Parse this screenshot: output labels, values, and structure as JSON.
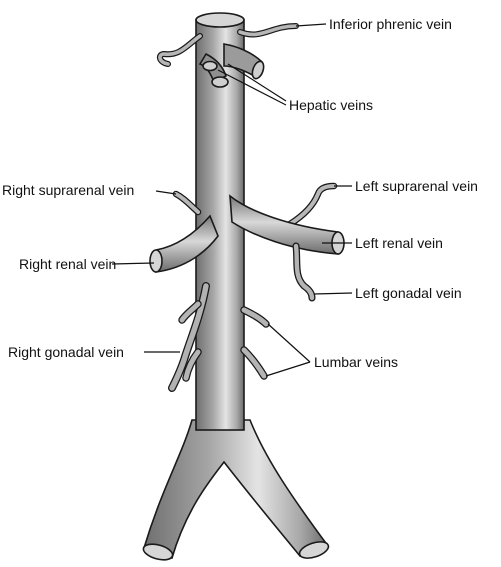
{
  "labels": {
    "inferior_phrenic": "Inferior phrenic vein",
    "hepatic": "Hepatic veins",
    "right_suprarenal": "Right suprarenal vein",
    "left_suprarenal": "Left suprarenal vein",
    "left_renal": "Left renal vein",
    "right_renal": "Right renal vein",
    "left_gonadal": "Left gonadal vein",
    "right_gonadal": "Right gonadal vein",
    "lumbar": "Lumbar veins"
  },
  "colors": {
    "vessel_fill": "#a9a9a9",
    "vessel_highlight": "#e6e6e6",
    "vessel_shadow": "#6f6f6f",
    "outline": "#1a1a1a",
    "lumen": "#d4d4d4"
  }
}
